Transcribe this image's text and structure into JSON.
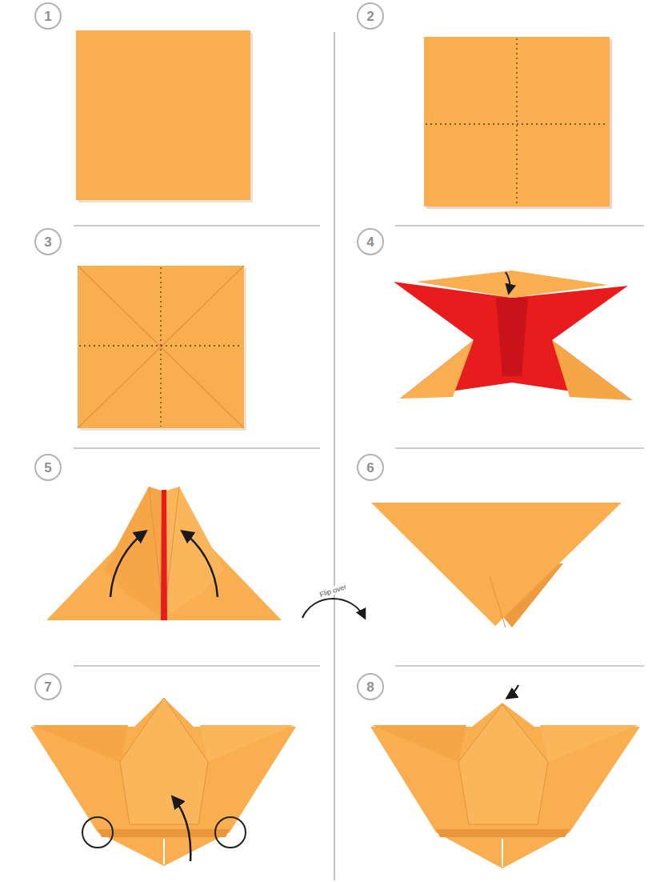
{
  "diagram": {
    "nodes": [
      {
        "text": [
          "1"
        ]
      },
      {
        "text": [
          "2"
        ]
      },
      {
        "text": [
          "3"
        ]
      },
      {
        "text": [
          "4"
        ]
      },
      {
        "text": [
          "5"
        ]
      },
      {
        "text": [
          "6"
        ]
      },
      {
        "text": [
          "7"
        ]
      },
      {
        "text": [
          "8"
        ]
      }
    ],
    "labels": [
      "Flip over"
    ]
  }
}
